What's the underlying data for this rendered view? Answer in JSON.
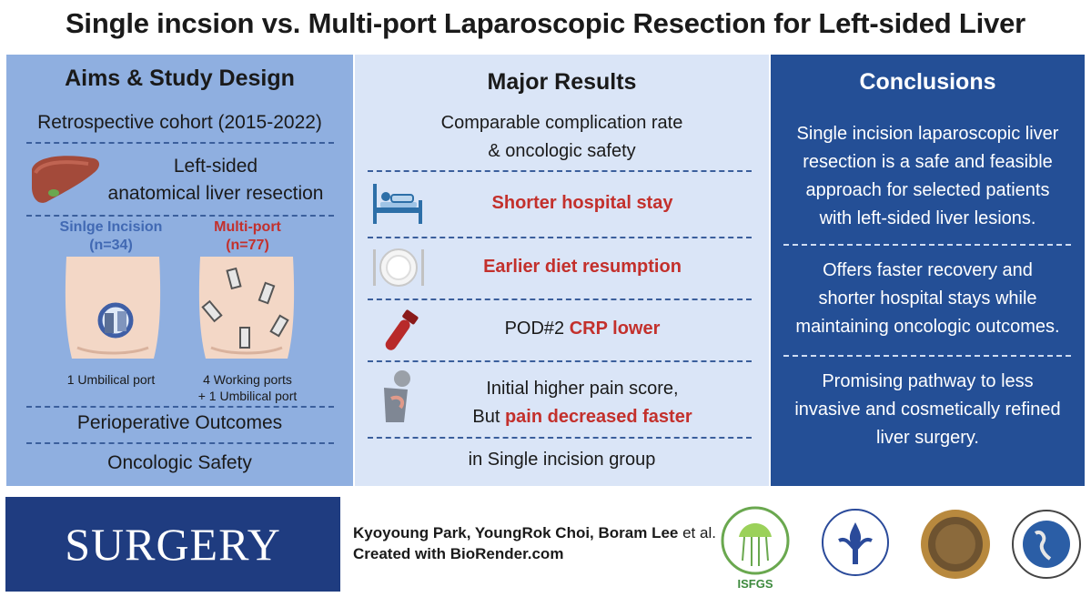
{
  "title": "Single incsion vs. Multi-port Laparoscopic Resection for Left-sided Liver",
  "aims": {
    "heading": "Aims & Study Design",
    "cohort": "Retrospective cohort (2015-2022)",
    "resection_line1": "Left-sided",
    "resection_line2": "anatomical liver resection",
    "single_label": "Sinlge Incision",
    "single_n": "(n=34)",
    "multi_label": "Multi-port",
    "multi_n": "(n=77)",
    "single_port": "1 Umbilical port",
    "multi_port_line1": "4 Working ports",
    "multi_port_line2": "+ 1 Umbilical port",
    "outcomes": "Perioperative Outcomes",
    "safety": "Oncologic Safety"
  },
  "results": {
    "heading": "Major Results",
    "comparable_line1": "Comparable complication rate",
    "comparable_line2": "& oncologic safety",
    "hospital": "Shorter hospital stay",
    "diet": "Earlier diet resumption",
    "crp_prefix": "POD#2 ",
    "crp_emph": "CRP lower",
    "pain_line1": "Initial higher pain score,",
    "pain_prefix": "But ",
    "pain_emph": "pain decreased faster",
    "group": "in Single incision group"
  },
  "conclusions": {
    "heading": "Conclusions",
    "c1": [
      "Single incision laparoscopic liver",
      "resection is a safe and feasible",
      "approach for selected patients",
      "with left-sided liver lesions."
    ],
    "c2": [
      "Offers faster recovery and",
      "shorter hospital stays while",
      "maintaining oncologic outcomes."
    ],
    "c3": [
      "Promising pathway to less",
      "invasive and cosmetically refined",
      "liver surgery."
    ]
  },
  "footer": {
    "journal": "SURGERY",
    "authors_bold": "Kyoyoung Park, YoungRok Choi, Boram Lee",
    "authors_etal": " et al.",
    "created": "Created with BioRender.com",
    "logo1_text": "ISFGS"
  },
  "colors": {
    "panel_left": "#8fafe0",
    "panel_middle": "#dae5f7",
    "panel_right": "#244f96",
    "accent_red": "#c3302c",
    "journal_blue": "#1f3c80"
  }
}
